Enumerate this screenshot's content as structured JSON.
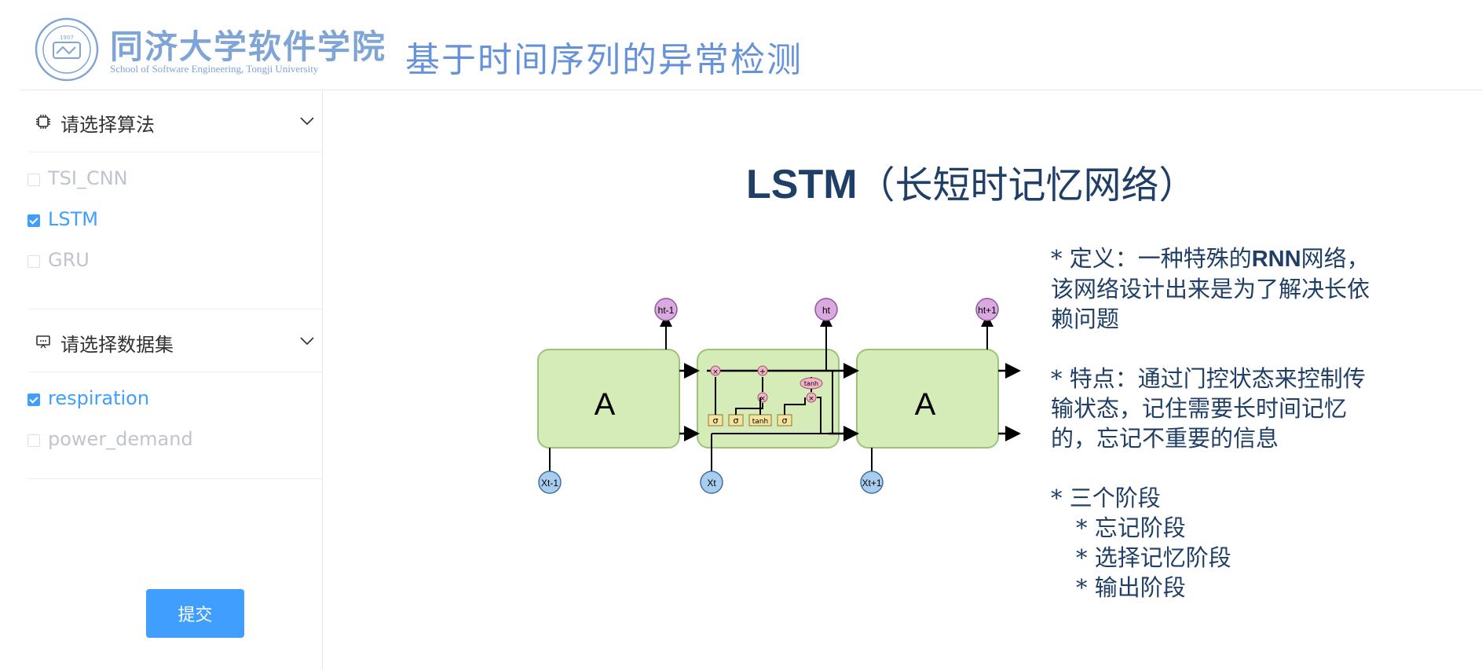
{
  "header": {
    "school_name_cn": "同济大学软件学院",
    "school_name_en": "School of Software Engineering, Tongji University",
    "app_title": "基于时间序列的异常检测"
  },
  "sidebar": {
    "algorithm_section": {
      "title": "请选择算法",
      "icon": "cpu-icon",
      "options": [
        {
          "label": "TSI_CNN",
          "checked": false
        },
        {
          "label": "LSTM",
          "checked": true
        },
        {
          "label": "GRU",
          "checked": false
        }
      ]
    },
    "dataset_section": {
      "title": "请选择数据集",
      "icon": "monitor-icon",
      "options": [
        {
          "label": "respiration",
          "checked": true
        },
        {
          "label": "power_demand",
          "checked": false
        }
      ]
    },
    "submit_label": "提交"
  },
  "main": {
    "title_bold": "LSTM",
    "title_sub": "（长短时记忆网络）",
    "definition_prefix": "* 定义：一种特殊的",
    "definition_bold": "RNN",
    "definition_rest": "网络，该网络设计出来是为了解决长依赖问题",
    "feature": "* 特点：通过门控状态来控制传输状态，记住需要长时间记忆的，忘记不重要的信息",
    "stages_title": "* 三个阶段",
    "stages": [
      "* 忘记阶段",
      "* 选择记忆阶段",
      "* 输出阶段"
    ],
    "diagram": {
      "cell_label": "A",
      "inputs": [
        "Xt-1",
        "Xt",
        "Xt+1"
      ],
      "outputs": [
        "ht-1",
        "ht",
        "ht+1"
      ],
      "gates": [
        "σ",
        "σ",
        "tanh",
        "σ"
      ],
      "ops": [
        "×",
        "+",
        "×",
        "×",
        "tanh"
      ],
      "colors": {
        "cell_fill": "#d5ecb8",
        "cell_stroke": "#9bc47a",
        "output_node": "#d9a9e0",
        "input_node": "#a9cdef",
        "gate_fill": "#f6e3a0"
      }
    }
  }
}
